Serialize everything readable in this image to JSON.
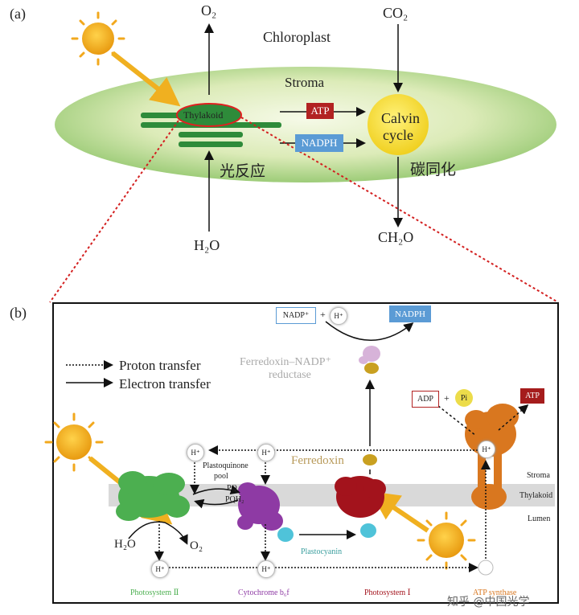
{
  "panel_a": {
    "label": "(a)",
    "chloroplast": "Chloroplast",
    "stroma": "Stroma",
    "thylakoid": "Thylakoid",
    "o2": "O₂",
    "co2": "CO₂",
    "h2o": "H₂O",
    "ch2o": "CH₂O",
    "atp": "ATP",
    "nadph": "NADPH",
    "calvin_line1": "Calvin",
    "calvin_line2": "cycle",
    "light_reaction": "光反应",
    "carbon_fixation": "碳同化"
  },
  "panel_b": {
    "label": "(b)",
    "legend": {
      "proton": "Proton transfer",
      "electron": "Electron transfer"
    },
    "nadp_plus": "NADP⁺",
    "plus": "+",
    "h_plus": "H⁺",
    "nadph": "NADPH",
    "fnr_line1": "Ferredoxin–NADP⁺",
    "fnr_line2": "reductase",
    "adp": "ADP",
    "pi": "Pi",
    "atp": "ATP",
    "ferredoxin": "Ferredoxin",
    "pq_pool_line1": "Plastoquinone",
    "pq_pool_line2": "pool",
    "pq": "PQ",
    "pqh2": "PQH₂",
    "stroma": "Stroma",
    "thylakoid": "Thylakoid",
    "lumen": "Lumen",
    "h2o": "H₂O",
    "o2": "O₂",
    "plastocyanin": "Plastocyanin",
    "ps2": "Photosystem Ⅱ",
    "cytb6f": "Cytochrome b₆f",
    "ps1": "Photosystem Ⅰ",
    "atp_synthase": "ATP synthase"
  },
  "watermark": "知乎 @中国光学",
  "colors": {
    "atp_red": "#b22222",
    "nadph_blue": "#5b9bd5",
    "sun_orange": "#f2a81d",
    "ps2_green": "#4caf50",
    "cyt_purple": "#8e3aa4",
    "ps1_red": "#a3131c",
    "synthase_orange": "#d9771f",
    "ferredoxin_gold": "#c9a020",
    "plastocyanin_cyan": "#4fc3d9"
  }
}
